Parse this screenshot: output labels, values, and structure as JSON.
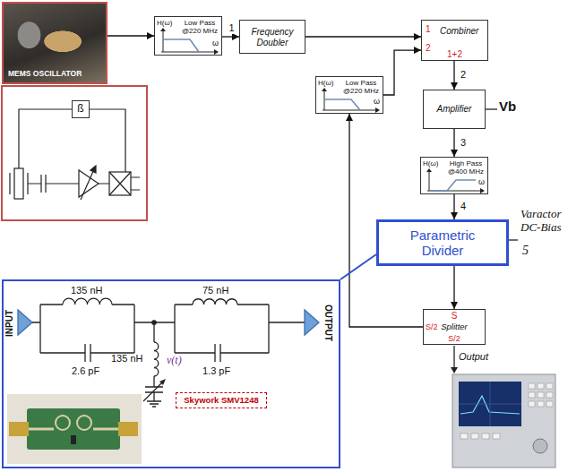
{
  "diagram": {
    "nodes": [
      {
        "text": [
          "MEMS OSCILLATOR"
        ]
      },
      {
        "text": [
          "Low Pass @220 MHz",
          "H(ω)",
          "ω"
        ]
      },
      {
        "text": [
          "Frequency Doubler"
        ]
      },
      {
        "text": [
          "1",
          "Combiner",
          "2",
          "1+2"
        ]
      },
      {
        "text": [
          "Low Pass @220 MHz",
          "H(ω)",
          "ω"
        ]
      },
      {
        "text": [
          "Amplifier"
        ]
      },
      {
        "text": [
          "ß"
        ]
      },
      {
        "text": [
          "High Pass @400 MHz",
          "H(ω)",
          "ω"
        ]
      },
      {
        "text": [
          "Parametric Divider"
        ]
      },
      {
        "text": [
          "INPUT",
          "135 nH",
          "2.6 pF",
          "135 nH",
          "v(t)",
          "75 nH",
          "1.3 pF",
          "OUTPUT"
        ]
      },
      {
        "text": [
          "Skywork SMV1248"
        ],
        "in": 9
      },
      {
        "text": [
          "S",
          "S/2",
          "Splitter",
          "S/2"
        ]
      }
    ],
    "edges": [
      {
        "from": 0,
        "to": 1,
        "arrow": "to"
      },
      {
        "from": 1,
        "to": 2,
        "label": "1",
        "arrow": "to"
      },
      {
        "from": 2,
        "to": 3,
        "arrow": "to"
      },
      {
        "from": 4,
        "to": 3,
        "arrow": "to"
      },
      {
        "from": 3,
        "to": 5,
        "label": "2",
        "arrow": "to"
      },
      {
        "from": 5,
        "to": 7,
        "label": "3",
        "arrow": "to"
      },
      {
        "from": 7,
        "to": 8,
        "label": "4",
        "arrow": "to"
      },
      {
        "from": 8,
        "to": 11,
        "arrow": "to"
      },
      {
        "from": 11,
        "to": 4,
        "arrow": "to"
      },
      {
        "from": 8,
        "to": 9,
        "arrow": "none"
      }
    ],
    "labels": [
      "Vb",
      "Varactor DC-Bias",
      "5",
      "Output"
    ]
  }
}
